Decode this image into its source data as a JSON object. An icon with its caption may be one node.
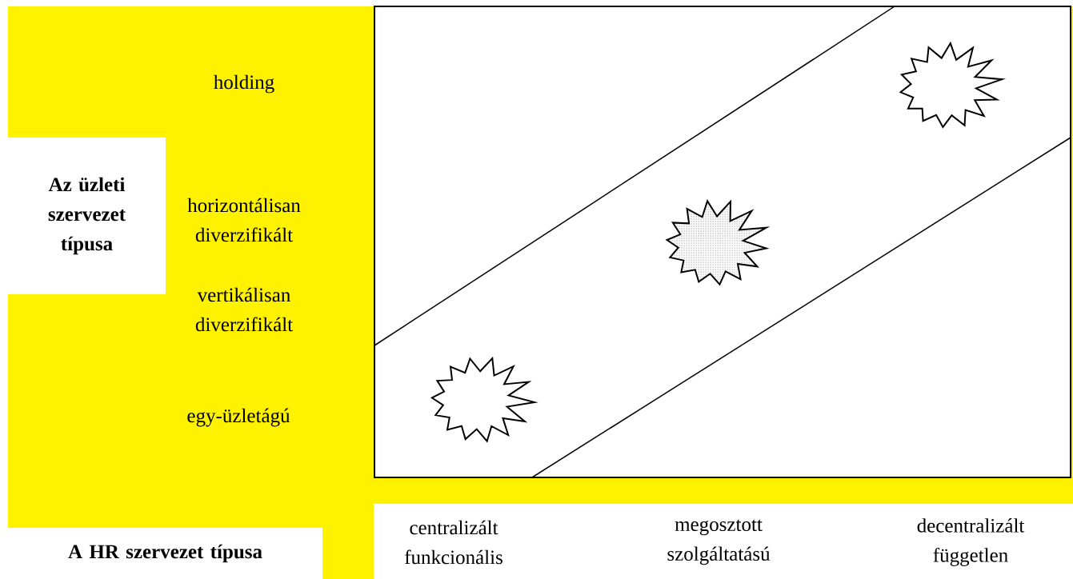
{
  "diagram": {
    "nodes": [
      {
        "text": [
          "Az üzleti szervezet típusa"
        ]
      },
      {
        "text": [
          "A HR szervezet típusa"
        ]
      },
      {
        "text": [],
        "shape": "star"
      },
      {
        "text": [],
        "shape": "star"
      },
      {
        "text": [],
        "shape": "star"
      }
    ],
    "labels": [
      "holding",
      "horizontálisan diverzifikált",
      "vertikálisan diverzifikált",
      "egy-üzletágú",
      "centralizált funkcionális",
      "megosztott szolgáltatású",
      "decentralizált független"
    ]
  }
}
